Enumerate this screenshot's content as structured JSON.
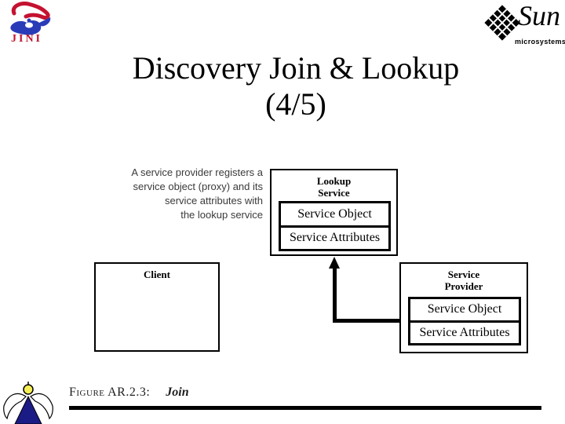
{
  "slide": {
    "title_line1": "Discovery Join & Lookup",
    "title_line2": "(4/5)"
  },
  "logos": {
    "jini": {
      "wordmark": "JINI"
    },
    "sun": {
      "wordmark": "Sun",
      "subtitle": "microsystems"
    }
  },
  "diagram": {
    "description_lines": [
      "A service provider registers a",
      "service object (proxy) and its",
      "service attributes with",
      "the lookup service"
    ],
    "lookup_service": {
      "title_line1": "Lookup",
      "title_line2": "Service",
      "cells": [
        "Service Object",
        "Service Attributes"
      ]
    },
    "client": {
      "title": "Client"
    },
    "service_provider": {
      "title_line1": "Service",
      "title_line2": "Provider",
      "cells": [
        "Service Object",
        "Service Attributes"
      ]
    }
  },
  "footer": {
    "figure_label": "Figure AR.2.3:",
    "figure_title": "Join"
  },
  "colors": {
    "jini_red": "#c41230",
    "jini_blue": "#2a3bb8",
    "sun_black": "#000000",
    "angel_body_blue": "#1b1b86",
    "angel_head_yellow": "#f5ee55"
  }
}
